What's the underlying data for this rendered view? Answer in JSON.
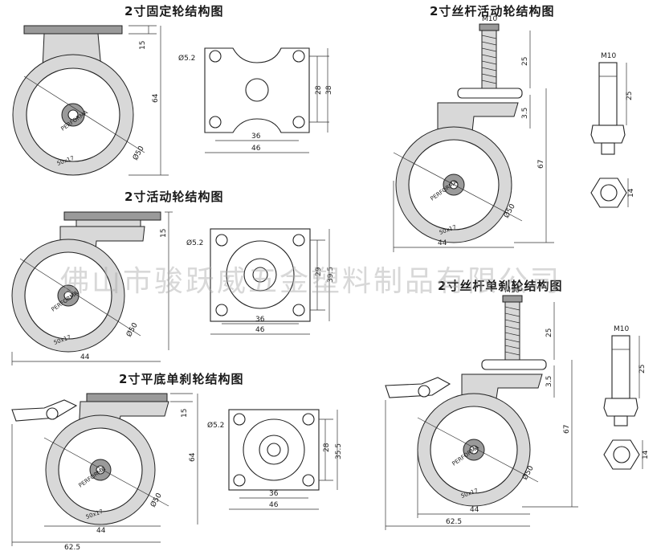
{
  "titles": {
    "fixed": "2寸固定轮结构图",
    "swivel": "2寸活动轮结构图",
    "brake_plate": "2寸平底单刹轮结构图",
    "stem_swivel": "2寸丝杆活动轮结构图",
    "stem_brake": "2寸丝杆单刹轮结构图"
  },
  "wheel_labels": {
    "brand": "PERFORMA",
    "size": "50x17"
  },
  "dims": {
    "phi50": "Ø50",
    "phi52": "Ø5.2",
    "d15": "15",
    "d64": "64",
    "d44": "44",
    "d28": "28",
    "d38": "38",
    "d36": "36",
    "d46": "46",
    "d29": "29",
    "d395": "39.5",
    "d285": "28",
    "d355": "35.5",
    "d625": "62.5",
    "d25": "25",
    "d35": "3.5",
    "d67": "67",
    "m10": "M10",
    "d14": "14"
  },
  "watermark": "佛山市骏跃威五金塑料制品有限公司",
  "colors": {
    "line": "#222222",
    "tire": "#d8d8d8",
    "hub": "#9a9a9a",
    "watermark": "#a9a9a9"
  }
}
